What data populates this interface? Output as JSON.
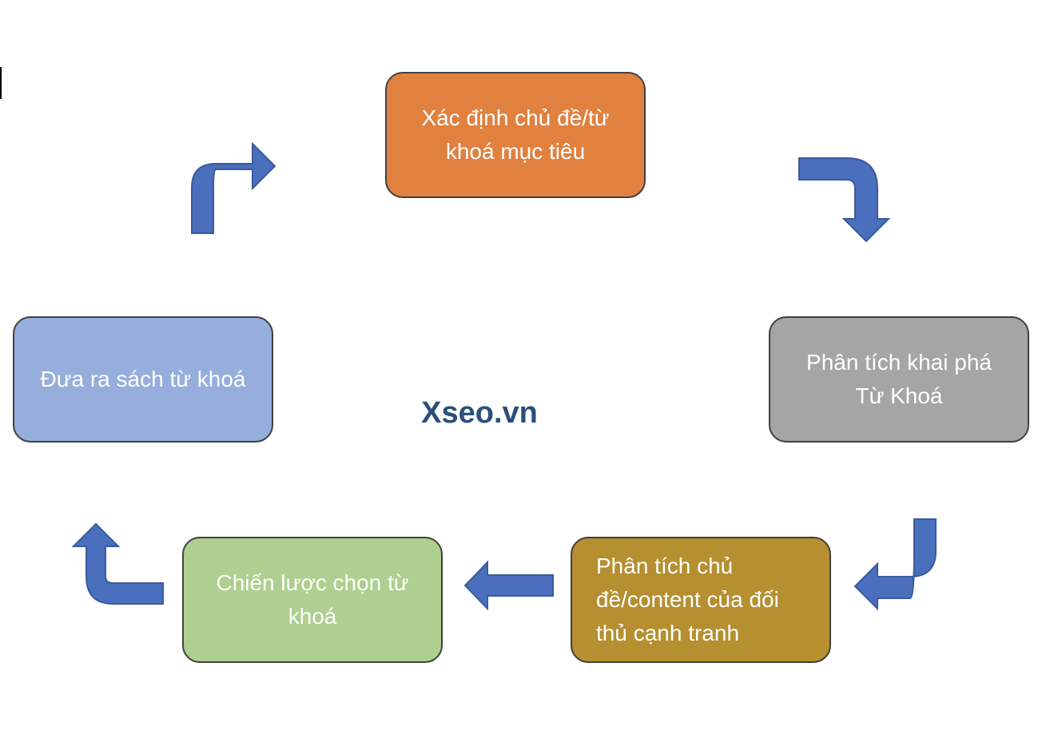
{
  "brand": {
    "text": "Xseo.vn",
    "color": "#2b4f7a"
  },
  "nodes": [
    {
      "id": "step-1",
      "label": "Xác định chủ đề/từ khoá mục tiêu",
      "color": "#e0813f"
    },
    {
      "id": "step-2",
      "label": "Phân tích khai phá Từ Khoá",
      "color": "#a5a5a5"
    },
    {
      "id": "step-3",
      "label": "Phân tích chủ đề/content của đối thủ cạnh tranh",
      "color": "#b58f30"
    },
    {
      "id": "step-4",
      "label": "Chiến lược chọn từ khoá",
      "color": "#aecf8f"
    },
    {
      "id": "step-5",
      "label": "Đưa ra sách từ khoá",
      "color": "#95aedc"
    }
  ],
  "arrow_color": "#4a6fbd",
  "arrow_outline": "#3a5a9f"
}
